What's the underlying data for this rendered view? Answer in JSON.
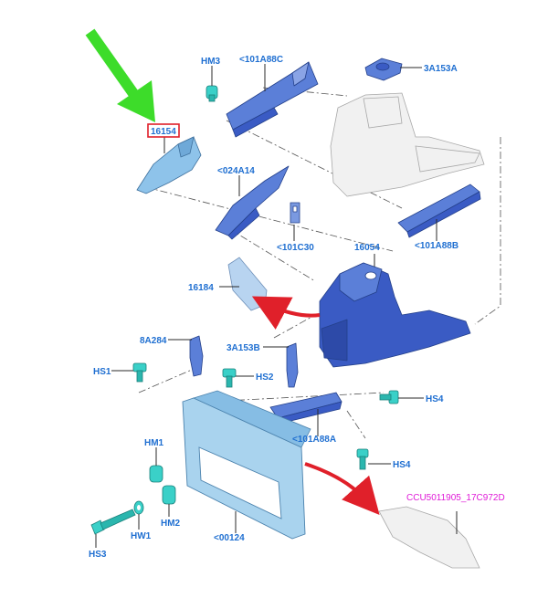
{
  "labels": {
    "p16154": "16154",
    "hm3": "HM3",
    "p101a88c": "<101A88C",
    "p3a153a": "3A153A",
    "p024a14": "<024A14",
    "p101c30": "<101C30",
    "p101a88b": "<101A88B",
    "p16054": "16054",
    "p16184": "16184",
    "p8a284": "8A284",
    "p3a153b": "3A153B",
    "hs1": "HS1",
    "hs2": "HS2",
    "hs4a": "HS4",
    "p101a88a": "<101A88A",
    "hm1": "HM1",
    "hs4b": "HS4",
    "ccu": "CCU5011905_17C972D",
    "hm2": "HM2",
    "hw1": "HW1",
    "hs3": "HS3",
    "p00124": "<00124"
  },
  "colors": {
    "part_blue": "#5b7fd8",
    "part_blue_dark": "#3a5bc4",
    "fastener_cyan": "#3ad0c8",
    "light_blue": "#8ec3ea",
    "label_blue": "#1f6fd1",
    "highlight_red": "#e0202a",
    "pointer_green": "#3ddc2a",
    "magenta": "#e01ad8",
    "ghost_gray": "#f1f1f1"
  }
}
